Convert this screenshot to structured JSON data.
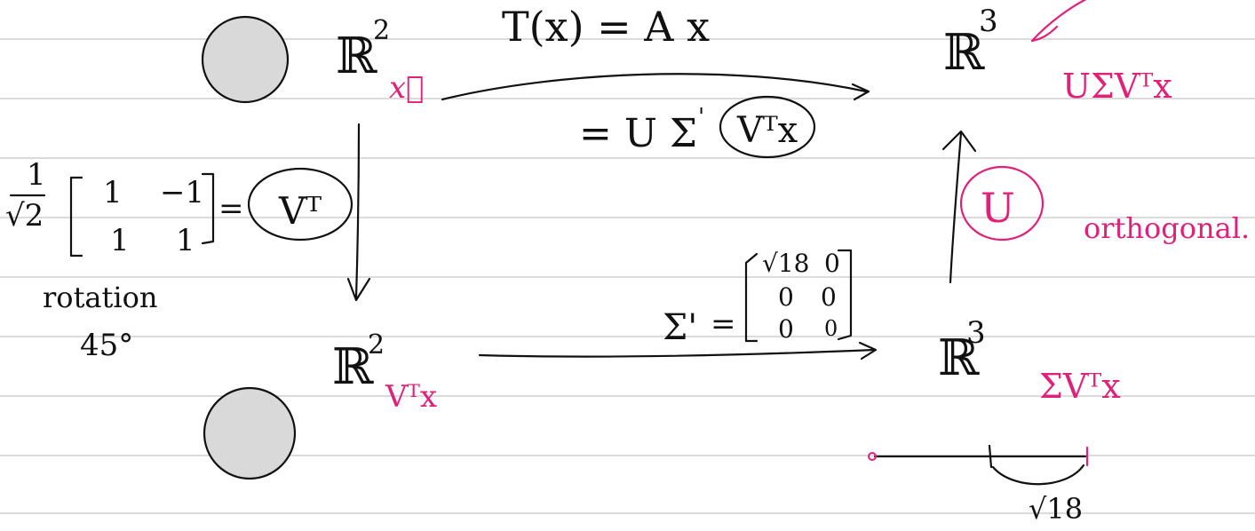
{
  "colors": {
    "ink": "#111111",
    "highlight": "#e0217a",
    "rule_line": "#cfcfcf",
    "disc": "#d9d9d9"
  },
  "left_top": {
    "space": "ℝ",
    "exponent": "2",
    "vector": "x⃗"
  },
  "left_bottom": {
    "space": "ℝ",
    "exponent": "2",
    "sub": "Vᵀx"
  },
  "right_top": {
    "space": "ℝ",
    "exponent": "3",
    "pink_note": "UΣVᵀx"
  },
  "right_bottom": {
    "space": "ℝ",
    "exponent": "3",
    "pink_note": "ΣVᵀx"
  },
  "top_arrow": {
    "line1": "T(x) = A x",
    "line2_prefix": "= U Σ",
    "line2_sup": "'",
    "circled": "Vᵀx"
  },
  "left_matrix": {
    "scalar_num": "1",
    "scalar_den": "√2",
    "rows": [
      [
        "1",
        "−1"
      ],
      [
        "1",
        "1"
      ]
    ],
    "equals": "=",
    "circled": "Vᵀ",
    "note1": "rotation",
    "note2": "45°"
  },
  "bottom_arrow": {
    "sigma_label": "Σ'",
    "equals": "=",
    "rows": [
      [
        "√18",
        "0"
      ],
      [
        "0",
        "0"
      ],
      [
        "0",
        "0"
      ]
    ]
  },
  "right_vertical": {
    "circled": "U",
    "note": "orthogonal."
  },
  "number_line": {
    "label": "√18"
  }
}
